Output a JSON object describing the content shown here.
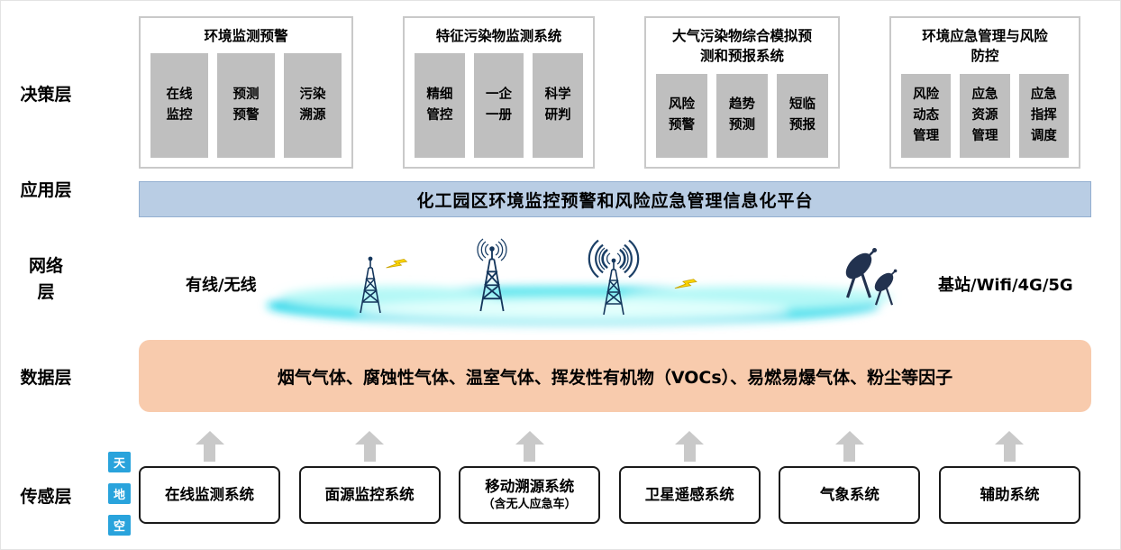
{
  "layer_labels": {
    "decision": "决策层",
    "application": "应用层",
    "network": "网络\n层",
    "data": "数据层",
    "sensing": "传感层"
  },
  "decision": {
    "groups": [
      {
        "title": "环境监测预警",
        "items": [
          "在线\n监控",
          "预测\n预警",
          "污染\n溯源"
        ]
      },
      {
        "title": "特征污染物监测系统",
        "items": [
          "精细\n管控",
          "一企\n一册",
          "科学\n研判"
        ]
      },
      {
        "title": "大气污染物综合模拟预\n测和预报系统",
        "items": [
          "风险\n预警",
          "趋势\n预测",
          "短临\n预报"
        ]
      },
      {
        "title": "环境应急管理与风险\n防控",
        "items": [
          "风险\n动态\n管理",
          "应急\n资源\n管理",
          "应急\n指挥\n调度"
        ]
      }
    ]
  },
  "application": {
    "banner": "化工园区环境监控预警和风险应急管理信息化平台"
  },
  "network": {
    "left_label": "有线/无线",
    "right_label": "基站/Wifi/4G/5G"
  },
  "data_layer": {
    "banner": "烟气气体、腐蚀性气体、温室气体、挥发性有机物（VOCs）、易燃易爆气体、粉尘等因子"
  },
  "sensing": {
    "tags": [
      "天",
      "地",
      "空"
    ],
    "systems": [
      {
        "name": "在线监测系统",
        "sub": ""
      },
      {
        "name": "面源监控系统",
        "sub": ""
      },
      {
        "name": "移动溯源系统",
        "sub": "（含无人应急车）"
      },
      {
        "name": "卫星遥感系统",
        "sub": ""
      },
      {
        "name": "气象系统",
        "sub": ""
      },
      {
        "name": "辅助系统",
        "sub": ""
      }
    ]
  },
  "colors": {
    "application_banner_bg": "#b9cde4",
    "data_banner_bg": "#f8cbad",
    "decision_subbox_bg": "#bfbfbf",
    "sensing_tag_bg": "#29a3dc",
    "arrow_gray": "#c9c9c9",
    "cloud_cyan": "#00cfe8",
    "lightning_yellow": "#ffd800"
  }
}
